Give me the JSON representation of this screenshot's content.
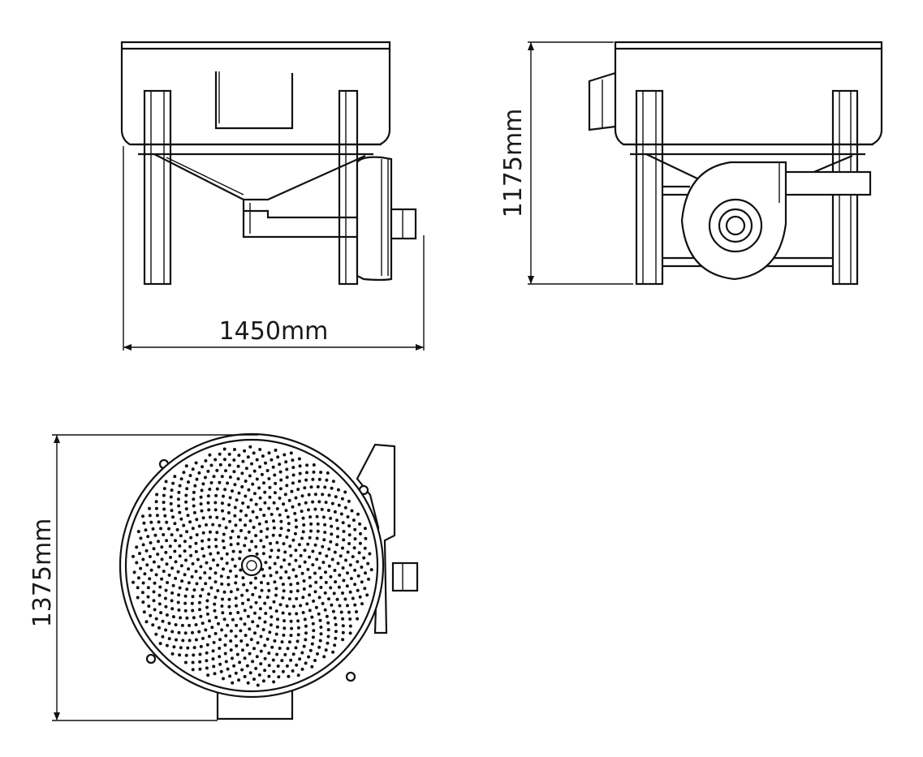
{
  "views": {
    "front": {
      "dimension_label": "1450mm"
    },
    "side": {
      "dimension_label": "1175mm"
    },
    "top": {
      "dimension_label": "1375mm"
    }
  },
  "colors": {
    "line": "#111111",
    "background": "#ffffff"
  }
}
